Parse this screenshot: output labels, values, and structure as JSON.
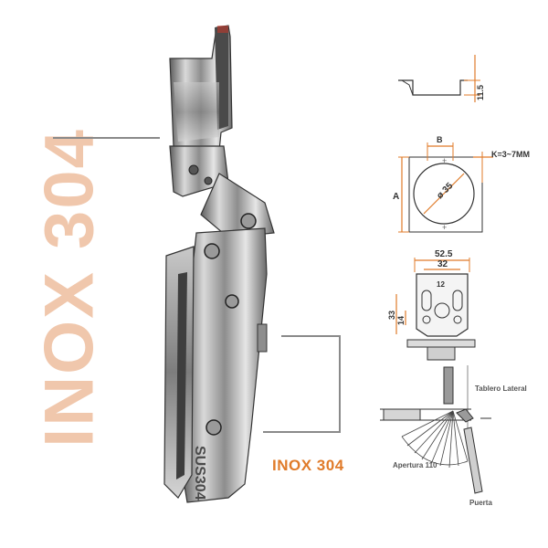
{
  "title_vertical": "INOX 304",
  "label_material": "INOX 304",
  "hinge_stamp": "SUS304",
  "dims": {
    "height": "11.5",
    "b": "B",
    "k": "K=3~7MM",
    "a": "A",
    "diameter": "ø 35",
    "w1": "52.5",
    "w2": "32",
    "h1": "33",
    "h2": "14",
    "small": "12"
  },
  "install": {
    "side_panel": "Tablero Lateral",
    "opening": "Apertura 110",
    "door": "Puerta"
  },
  "colors": {
    "accent": "#e07b2a",
    "title_pale": "#f0c7ac"
  }
}
